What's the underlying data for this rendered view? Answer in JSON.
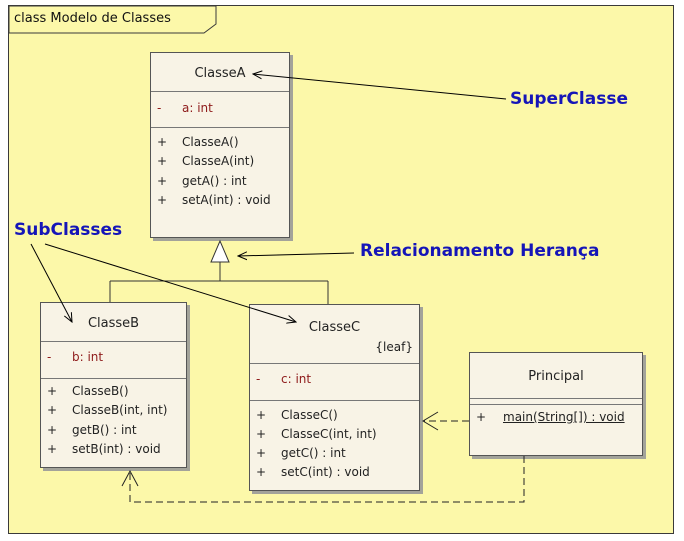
{
  "frame": {
    "title": "class Modelo de Classes"
  },
  "classes": {
    "a": {
      "name": "ClasseA",
      "attributes": [
        {
          "visibility": "-",
          "text": "a:  int"
        }
      ],
      "operations": [
        {
          "visibility": "+",
          "text": "ClasseA()"
        },
        {
          "visibility": "+",
          "text": "ClasseA(int)"
        },
        {
          "visibility": "+",
          "text": "getA() : int"
        },
        {
          "visibility": "+",
          "text": "setA(int) : void"
        }
      ]
    },
    "b": {
      "name": "ClasseB",
      "attributes": [
        {
          "visibility": "-",
          "text": "b:  int"
        }
      ],
      "operations": [
        {
          "visibility": "+",
          "text": "ClasseB()"
        },
        {
          "visibility": "+",
          "text": "ClasseB(int, int)"
        },
        {
          "visibility": "+",
          "text": "getB() : int"
        },
        {
          "visibility": "+",
          "text": "setB(int) : void"
        }
      ]
    },
    "c": {
      "name": "ClasseC",
      "stereotype": "{leaf}",
      "attributes": [
        {
          "visibility": "-",
          "text": "c:  int"
        }
      ],
      "operations": [
        {
          "visibility": "+",
          "text": "ClasseC()"
        },
        {
          "visibility": "+",
          "text": "ClasseC(int, int)"
        },
        {
          "visibility": "+",
          "text": "getC() : int"
        },
        {
          "visibility": "+",
          "text": "setC(int) : void"
        }
      ]
    },
    "principal": {
      "name": "Principal",
      "operations": [
        {
          "visibility": "+",
          "text": "main(String[]) : void"
        }
      ]
    }
  },
  "callouts": {
    "superclasse": "SuperClasse",
    "subclasses": "SubClasses",
    "heranca": "Relacionamento Herança"
  },
  "colors": {
    "frame_background": "#fcf8a9",
    "class_fill": "#f8f3e6",
    "attribute_text": "#8e1a1a",
    "callout_text": "#1515b8"
  }
}
